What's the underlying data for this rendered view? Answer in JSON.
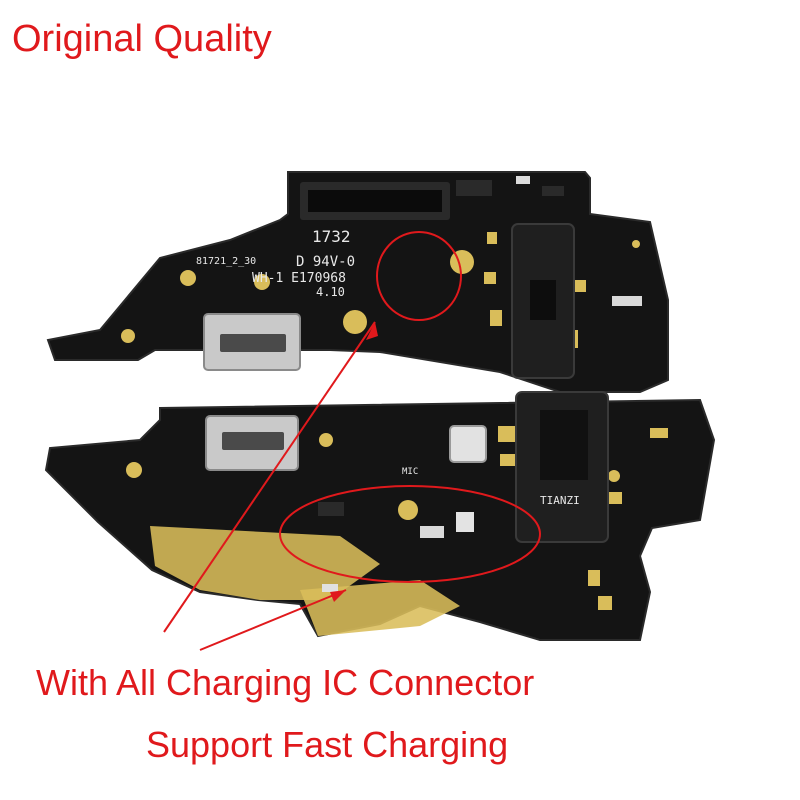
{
  "headline": "Original Quality",
  "caption_line1": "With All Charging IC Connector",
  "caption_line2": "Support Fast Charging",
  "pcb_markings": {
    "line1": "1732",
    "line2": "D 94V-0",
    "line3": "WH-1  E170968",
    "line4": "4.10",
    "part_no": "81721_2_30",
    "jack_brand": "TIANZI",
    "mic_label": "MIC"
  },
  "colors": {
    "text": "#e0191c",
    "annotation": "#e0191c",
    "board": "#141414",
    "gold": "#d9bd5a",
    "connector": "#2a2a2a",
    "background": "#ffffff"
  }
}
